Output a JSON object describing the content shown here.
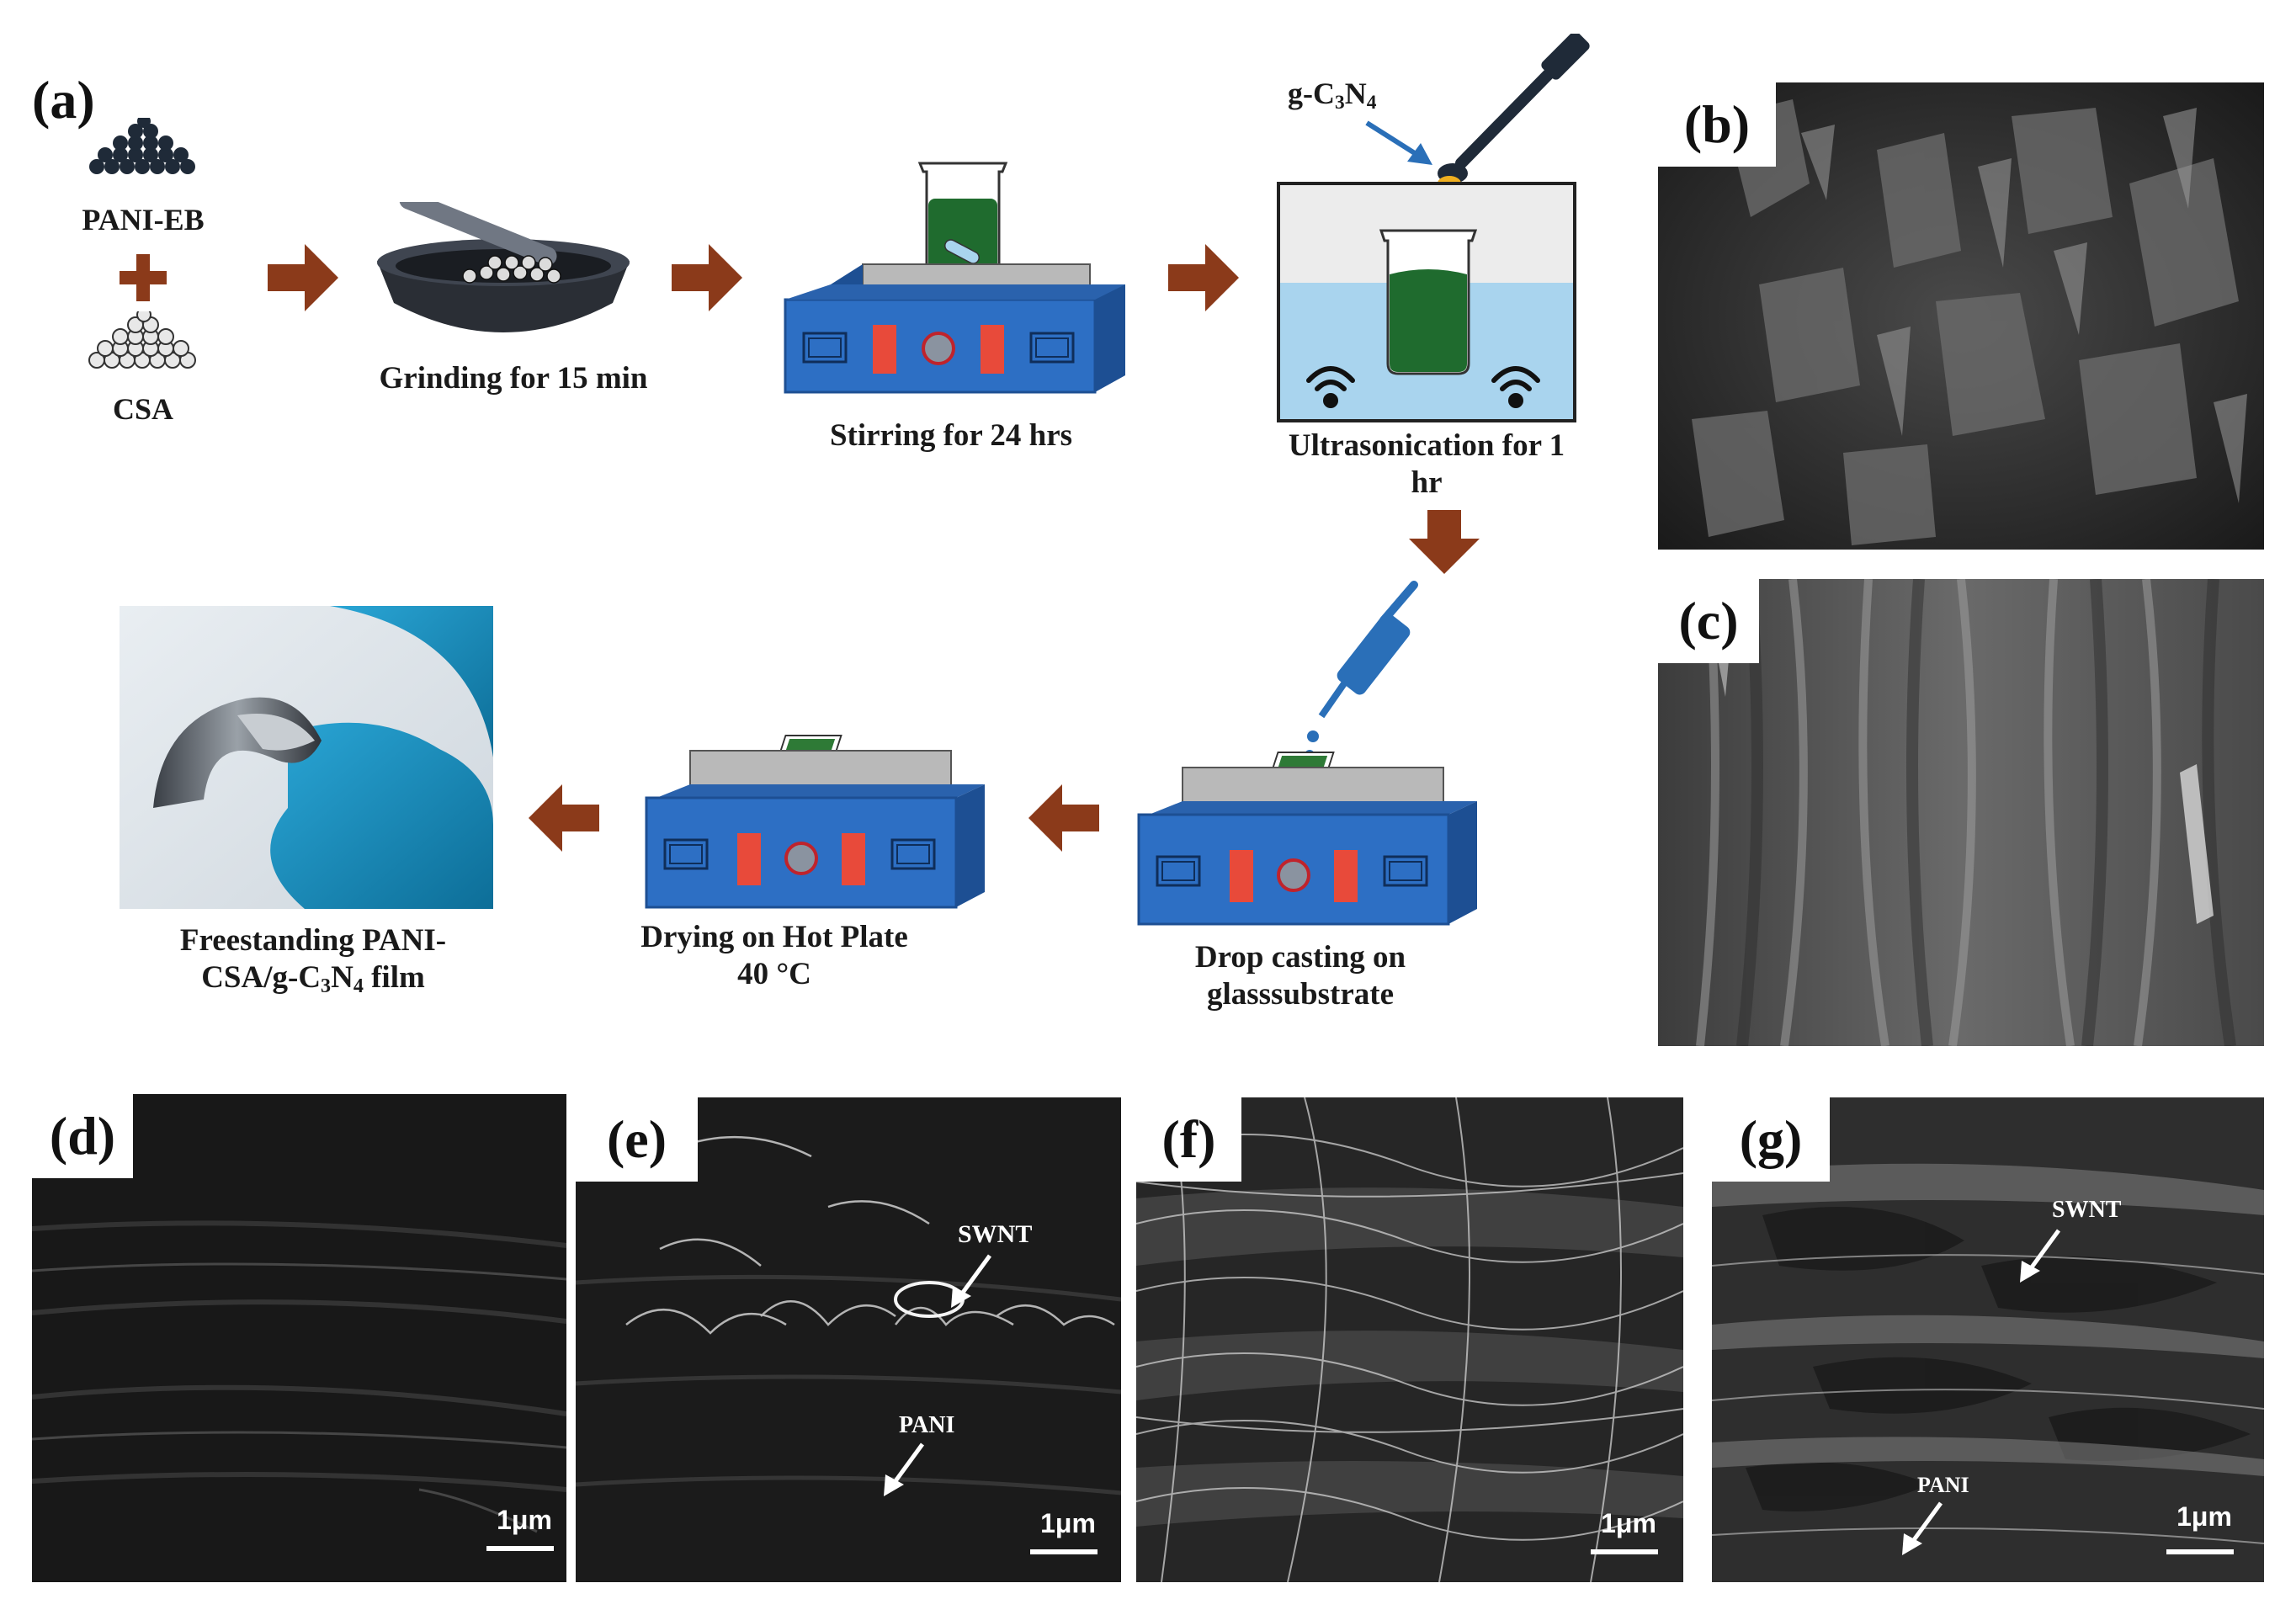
{
  "panel_letters": {
    "a": "(a)",
    "b": "(b)",
    "c": "(c)",
    "d": "(d)",
    "e": "(e)",
    "f": "(f)",
    "g": "(g)"
  },
  "steps": {
    "pani_eb": "PANI-EB",
    "csa": "CSA",
    "grinding": "Grinding for 15 min",
    "stirring": "Stirring for 24 hrs",
    "ultrasonication": "Ultrasonication for 1 hr",
    "drop_casting": "Drop casting on glasssubstrate",
    "drying": "Drying on Hot Plate 40 °C",
    "freestanding_line1": "Freestanding PANI-",
    "freestanding_line2_a": "CSA/g-C",
    "freestanding_line2_b": "N",
    "freestanding_line2_c": " film"
  },
  "reagent": {
    "prefix": "g-C",
    "n": "N",
    "sub3": "3",
    "sub4": "4"
  },
  "sem_annotations": {
    "swnt": "SWNT",
    "pani": "PANI",
    "scale": "1μm"
  },
  "colors": {
    "arrow": "#8b3a1a",
    "hotplate_blue": "#2d6fc4",
    "hotplate_dark": "#1d4f93",
    "plate_gray": "#b9b9b9",
    "red_knob": "#e84a3a",
    "water": "#a9d4ee",
    "liquid_green": "#1f6b2e",
    "glove_blue": "#1a8fc0",
    "pipette_blue": "#2a6fb8"
  },
  "icons": [
    "right-arrow-icon",
    "down-arrow-icon",
    "left-arrow-icon",
    "plus-icon",
    "mortar-pestle-icon",
    "hotplate-icon",
    "beaker-icon",
    "ultrasonic-bath-icon",
    "pipette-icon",
    "spatula-icon",
    "wave-icon"
  ]
}
